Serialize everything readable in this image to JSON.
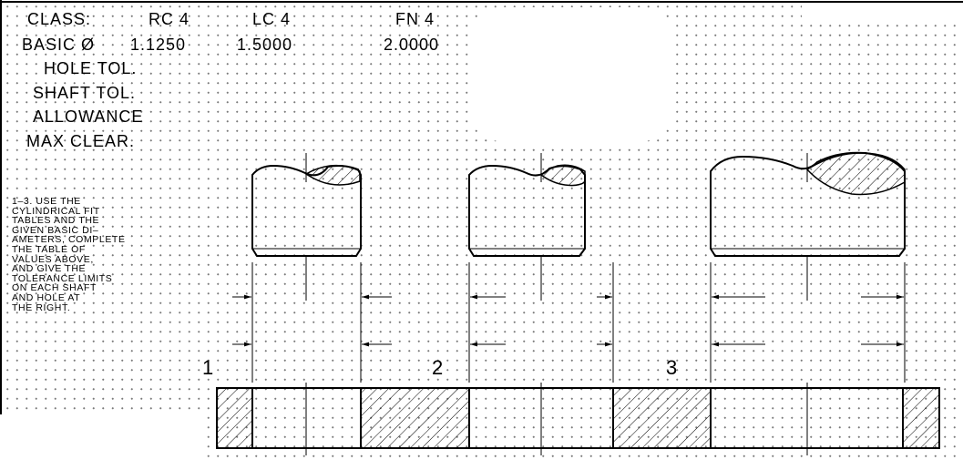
{
  "table": {
    "class_label": "CLASS:",
    "basic_label": "BASIC Ø",
    "classes": [
      "RC 4",
      "LC 4",
      "FN 4"
    ],
    "basic_diameters": [
      "1.1250",
      "1.5000",
      "2.0000"
    ],
    "row_labels": [
      "HOLE TOL.",
      "SHAFT TOL.",
      "ALLOWANCE",
      "MAX CLEAR."
    ]
  },
  "instructions": [
    "1–3. USE THE",
    "CYLINDRICAL FIT",
    "TABLES AND THE",
    "GIVEN BASIC DI–",
    "AMETERS, COMPLETE",
    "THE TABLE OF",
    "VALUES ABOVE,",
    "AND GIVE THE",
    "TOLERANCE LIMITS",
    "ON EACH SHAFT",
    "AND HOLE AT",
    "THE RIGHT."
  ],
  "problem_numbers": [
    "1",
    "2",
    "3"
  ]
}
